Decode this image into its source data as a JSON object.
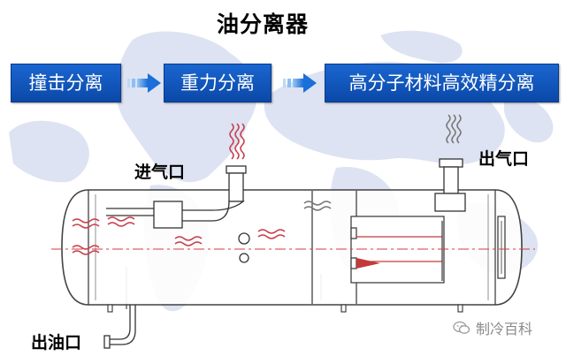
{
  "title": "油分离器",
  "stages": [
    {
      "label": "撞击分离"
    },
    {
      "label": "重力分离"
    },
    {
      "label": "高分子材料高效精分离"
    }
  ],
  "labels": {
    "inlet": "进气口",
    "gas_outlet": "出气口",
    "oil_outlet": "出油口"
  },
  "watermark": {
    "text": "制冷百科",
    "logo_icon": "wechat-logo-icon"
  },
  "colors": {
    "stage_box": "#1158c4",
    "arrow": "#2a7be0",
    "map": "#d9dff0",
    "flow_wave": "#d24a5a",
    "centerline": "#d83a3a"
  }
}
